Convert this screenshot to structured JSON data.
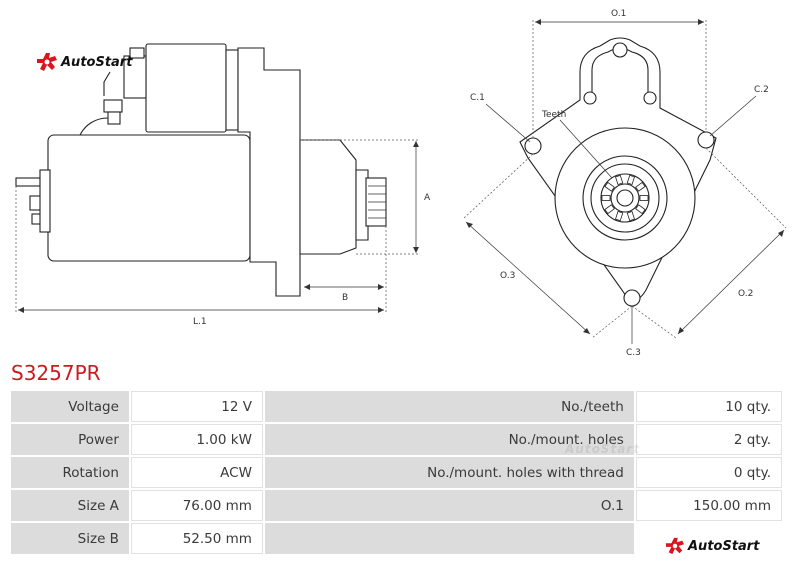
{
  "brand": {
    "name": "AutoStart",
    "color": "#d7161f"
  },
  "part_number": "S3257PR",
  "drawing_labels": {
    "A": "A",
    "B": "B",
    "L1": "L.1",
    "O1": "O.1",
    "O2": "O.2",
    "O3": "O.3",
    "C1": "C.1",
    "C2": "C.2",
    "C3": "C.3",
    "teeth": "Teeth"
  },
  "specs": {
    "rows": [
      {
        "label_left": "Voltage",
        "value_left": "12 V",
        "label_right": "No./teeth",
        "value_right": "10 qty."
      },
      {
        "label_left": "Power",
        "value_left": "1.00 kW",
        "label_right": "No./mount. holes",
        "value_right": "2 qty."
      },
      {
        "label_left": "Rotation",
        "value_left": "ACW",
        "label_right": "No./mount. holes with thread",
        "value_right": "0 qty."
      },
      {
        "label_left": "Size A",
        "value_left": "76.00 mm",
        "label_right": "O.1",
        "value_right": "150.00 mm"
      },
      {
        "label_left": "Size B",
        "value_left": "52.50 mm",
        "label_right": "",
        "value_right": ""
      }
    ]
  }
}
